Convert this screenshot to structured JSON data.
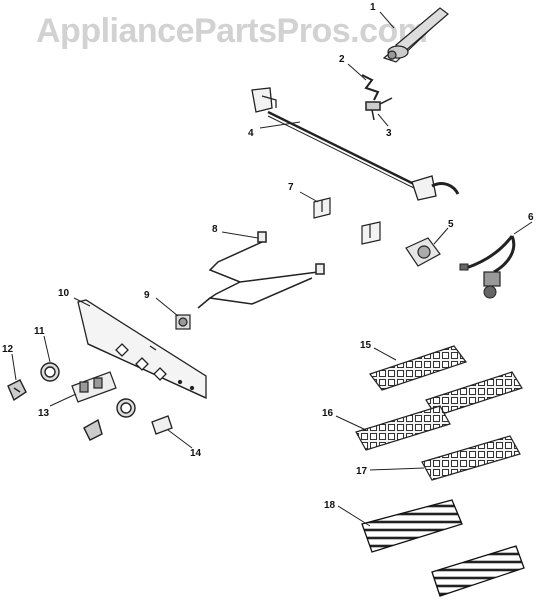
{
  "watermark": "AppliancePartsPros.com",
  "callouts": [
    {
      "id": "1",
      "text": "1"
    },
    {
      "id": "2",
      "text": "2"
    },
    {
      "id": "3",
      "text": "3"
    },
    {
      "id": "4",
      "text": "4"
    },
    {
      "id": "5",
      "text": "5"
    },
    {
      "id": "6",
      "text": "6"
    },
    {
      "id": "7",
      "text": "7"
    },
    {
      "id": "8",
      "text": "8"
    },
    {
      "id": "9",
      "text": "9"
    },
    {
      "id": "10",
      "text": "10"
    },
    {
      "id": "11",
      "text": "11"
    },
    {
      "id": "12",
      "text": "12"
    },
    {
      "id": "13",
      "text": "13"
    },
    {
      "id": "14",
      "text": "14"
    },
    {
      "id": "15",
      "text": "15"
    },
    {
      "id": "16",
      "text": "16"
    },
    {
      "id": "17",
      "text": "17"
    },
    {
      "id": "18",
      "text": "18"
    }
  ]
}
